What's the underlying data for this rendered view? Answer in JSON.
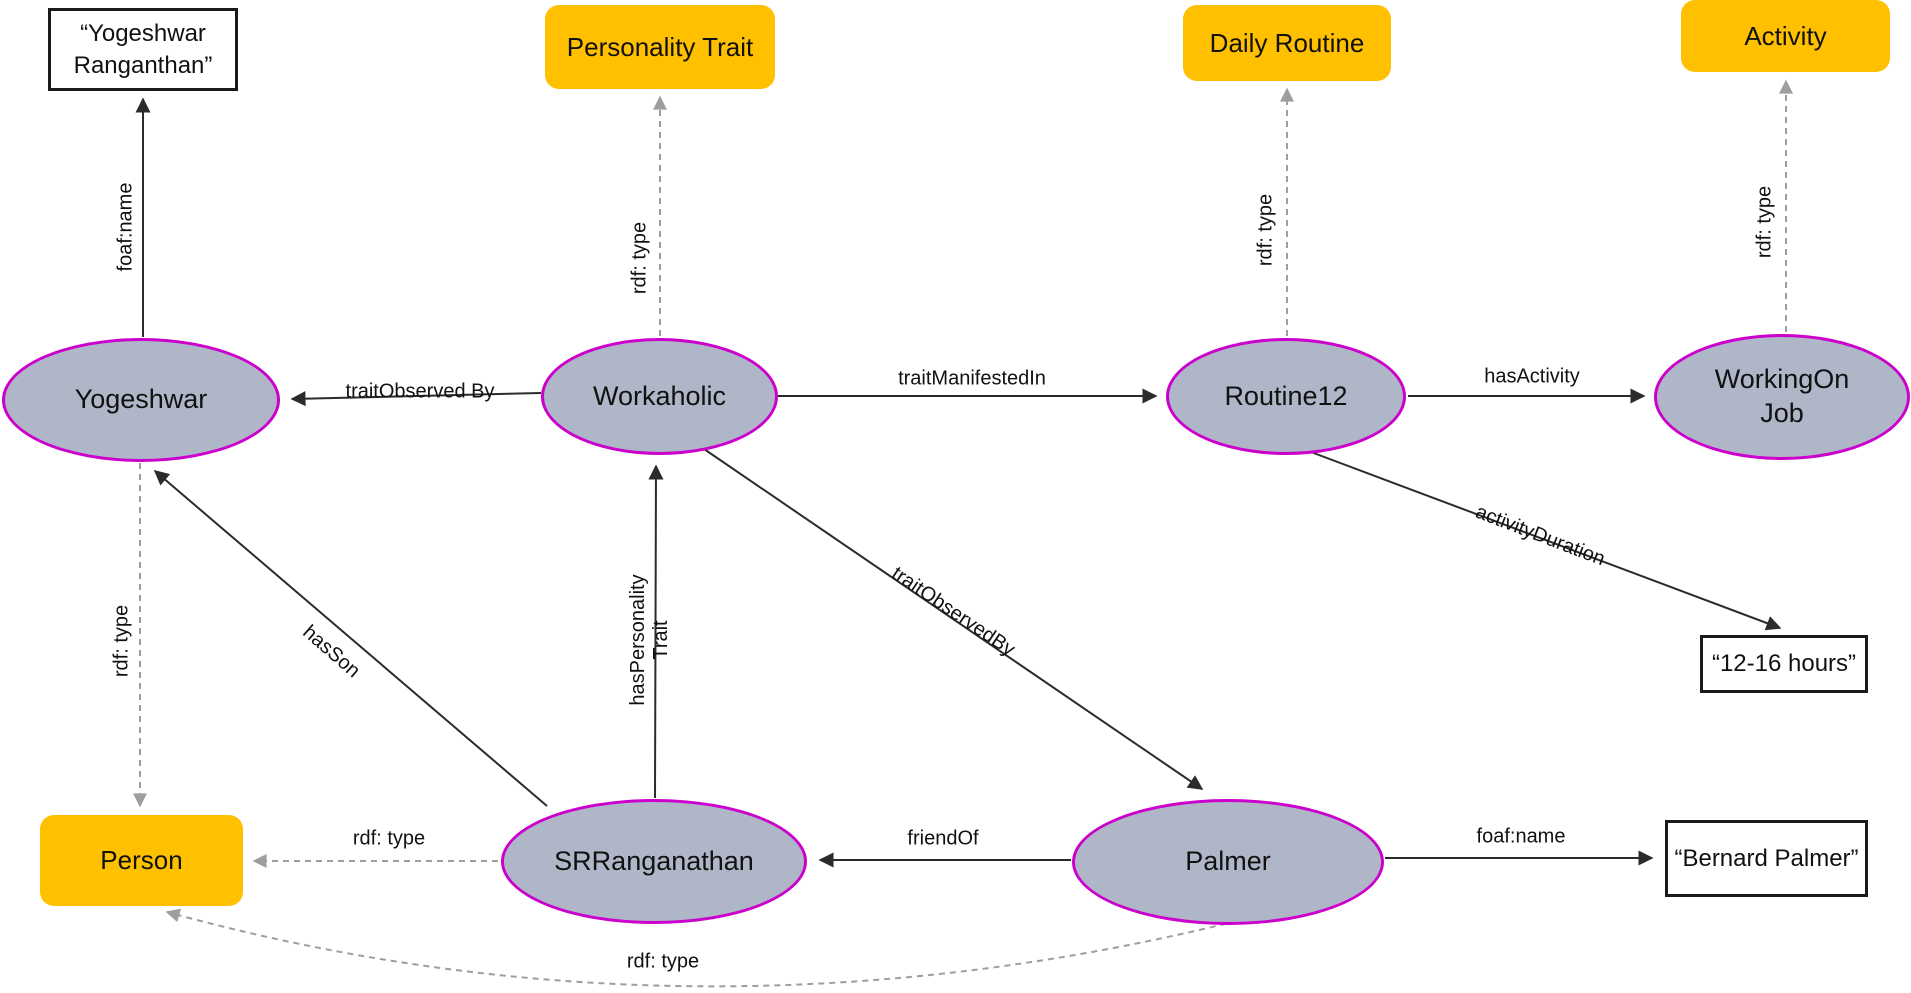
{
  "colors": {
    "class_fill": "#FFC000",
    "instance_fill": "#AEB6C7",
    "instance_border": "#CC00CC",
    "solid_edge": "#2B2B2B",
    "dashed_edge": "#9E9E9E",
    "literal_border": "#1A1A1A"
  },
  "nodes": {
    "literal_yogeshwar_name": {
      "label": "“Yogeshwar Ranganthan”"
    },
    "class_personality_trait": {
      "label": "Personality Trait"
    },
    "class_daily_routine": {
      "label": "Daily Routine"
    },
    "class_activity": {
      "label": "Activity"
    },
    "class_person": {
      "label": "Person"
    },
    "instance_yogeshwar": {
      "label": "Yogeshwar"
    },
    "instance_workaholic": {
      "label": "Workaholic"
    },
    "instance_routine12": {
      "label": "Routine12"
    },
    "instance_workingonjob": {
      "label": "WorkingOn Job"
    },
    "instance_srranganathan": {
      "label": "SRRanganathan"
    },
    "instance_palmer": {
      "label": "Palmer"
    },
    "literal_activity_duration": {
      "label": "“12-16 hours”"
    },
    "literal_palmer_name": {
      "label": "“Bernard Palmer”"
    }
  },
  "edges": {
    "foafname_yogeshwar": {
      "label": "foaf:name"
    },
    "rdftype_workaholic": {
      "label": "rdf: type"
    },
    "rdftype_routine12": {
      "label": "rdf: type"
    },
    "rdftype_workingonjob": {
      "label": "rdf: type"
    },
    "trait_observed_by_yogeshwar": {
      "label": "traitObserved By"
    },
    "trait_manifested_in": {
      "label": "traitManifestedIn"
    },
    "has_activity": {
      "label": "hasActivity"
    },
    "activity_duration": {
      "label": "activityDuration"
    },
    "rdftype_yogeshwar": {
      "label": "rdf: type"
    },
    "has_son": {
      "label": "hasSon"
    },
    "has_personality_trait": {
      "label": "hasPersonality Trait"
    },
    "trait_observed_by_palmer": {
      "label": "traitObservedBy"
    },
    "rdftype_srranganathan": {
      "label": "rdf: type"
    },
    "friend_of": {
      "label": "friendOf"
    },
    "foafname_palmer": {
      "label": "foaf:name"
    },
    "rdftype_palmer": {
      "label": "rdf: type"
    }
  }
}
